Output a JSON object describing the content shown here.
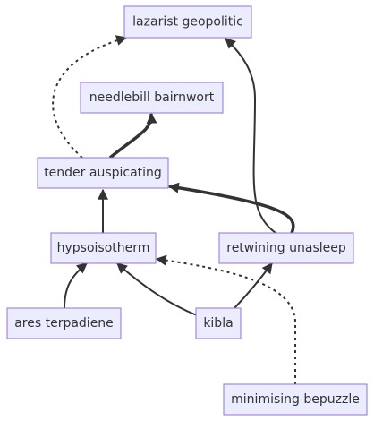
{
  "colors": {
    "node_fill": "#ECECFF",
    "node_border": "#9370DB",
    "text": "#333333",
    "edge": "#333333",
    "background": "#ffffff"
  },
  "nodes": [
    {
      "id": "lazarist",
      "label": "lazarist geopolitic"
    },
    {
      "id": "needlebill",
      "label": "needlebill bairnwort"
    },
    {
      "id": "tender",
      "label": "tender auspicating"
    },
    {
      "id": "hypso",
      "label": "hypsoisotherm"
    },
    {
      "id": "retwining",
      "label": "retwining unasleep"
    },
    {
      "id": "ares",
      "label": "ares terpadiene"
    },
    {
      "id": "kibla",
      "label": "kibla"
    },
    {
      "id": "minimising",
      "label": "minimising bepuzzle"
    }
  ],
  "edges": [
    {
      "from": "tender",
      "to": "lazarist",
      "style": "dotted"
    },
    {
      "from": "tender",
      "to": "needlebill",
      "style": "thick"
    },
    {
      "from": "hypso",
      "to": "tender",
      "style": "normal"
    },
    {
      "from": "retwining",
      "to": "tender",
      "style": "thick"
    },
    {
      "from": "retwining",
      "to": "lazarist",
      "style": "normal"
    },
    {
      "from": "ares",
      "to": "hypso",
      "style": "normal"
    },
    {
      "from": "kibla",
      "to": "hypso",
      "style": "normal"
    },
    {
      "from": "kibla",
      "to": "retwining",
      "style": "normal"
    },
    {
      "from": "minimising",
      "to": "hypso",
      "style": "dotted"
    }
  ]
}
